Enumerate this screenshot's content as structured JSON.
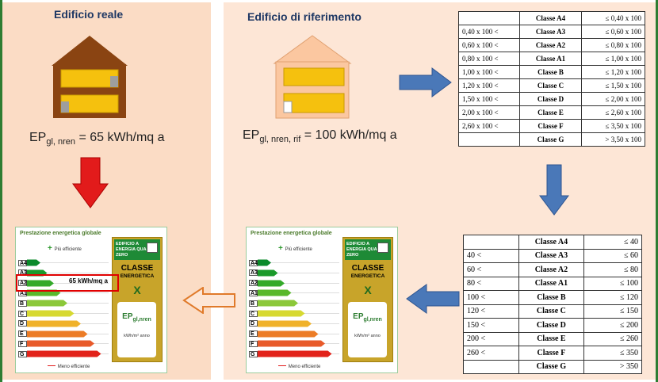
{
  "left": {
    "title": "Edificio reale",
    "ep_main": "EP",
    "ep_sub": "gl, nren",
    "ep_rest": " = 65 kWh/mq a"
  },
  "right": {
    "title": "Edificio  di riferimento",
    "ep_main": "EP",
    "ep_sub": "gl, nren, rif",
    "ep_rest": " = 100 kWh/mq a"
  },
  "table1": [
    [
      "",
      "Classe A4",
      "≤ 0,40 x 100"
    ],
    [
      "0,40 x 100 <",
      "Classe A3",
      "≤ 0,60 x 100"
    ],
    [
      "0,60 x 100 <",
      "Classe A2",
      "≤ 0,80 x 100"
    ],
    [
      "0,80 x 100 <",
      "Classe A1",
      "≤ 1,00 x 100"
    ],
    [
      "1,00 x 100 <",
      "Classe B",
      "≤ 1,20 x 100"
    ],
    [
      "1,20 x 100 <",
      "Classe C",
      "≤ 1,50 x 100"
    ],
    [
      "1,50 x 100 <",
      "Classe D",
      "≤ 2,00 x 100"
    ],
    [
      "2,00 x 100 <",
      "Classe E",
      "≤ 2,60 x 100"
    ],
    [
      "2,60 x 100 <",
      "Classe F",
      "≤ 3,50 x 100"
    ],
    [
      "",
      "Classe G",
      "> 3,50 x 100"
    ]
  ],
  "table2": [
    [
      "",
      "Classe A4",
      "≤ 40"
    ],
    [
      "40 <",
      "Classe A3",
      "≤ 60"
    ],
    [
      "60 <",
      "Classe A2",
      "≤ 80"
    ],
    [
      "80 <",
      "Classe A1",
      "≤ 100"
    ],
    [
      "100 <",
      "Classe B",
      "≤ 120"
    ],
    [
      "120 <",
      "Classe C",
      "≤ 150"
    ],
    [
      "150 <",
      "Classe D",
      "≤ 200"
    ],
    [
      "200 <",
      "Classe E",
      "≤ 260"
    ],
    [
      "260 <",
      "Classe F",
      "≤ 350"
    ],
    [
      "",
      "Classe G",
      "> 350"
    ]
  ],
  "energy_label": {
    "header": "Prestazione energetica globale",
    "more_efficient": "Più efficiente",
    "less_efficient": "Meno efficiente",
    "nzeb": "EDIFICIO A ENERGIA QUASI ZERO",
    "classe": "CLASSE",
    "energetica": "ENERGETICA",
    "class_value": "X",
    "ep_main": "EP",
    "ep_sub": "gl,nren",
    "unit": "kWh/m² anno",
    "classes": [
      "A4",
      "A3",
      "A2",
      "A1",
      "B",
      "C",
      "D",
      "E",
      "F",
      "G"
    ],
    "class_colors": [
      "#0a8a2a",
      "#1a9a2a",
      "#34aa2a",
      "#58b82a",
      "#8cc83a",
      "#d7d932",
      "#f0b22a",
      "#ec7c26",
      "#e85a2a",
      "#e2231a"
    ]
  },
  "marker_text": "65 kWh/mq a"
}
